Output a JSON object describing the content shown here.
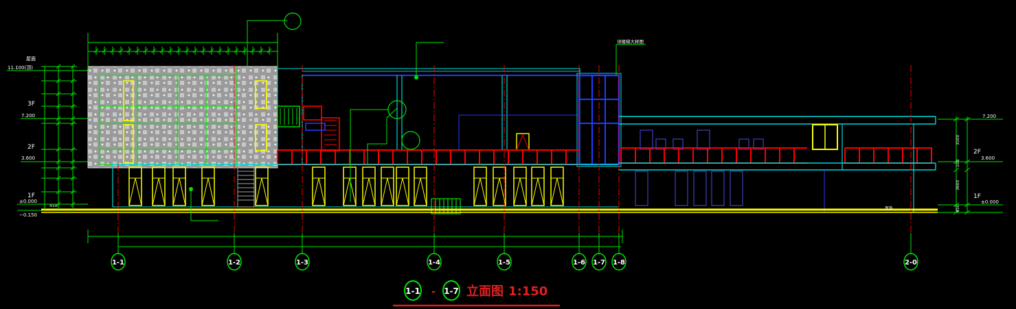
{
  "title": {
    "grid_start": "1-1",
    "dash": "-",
    "grid_end": "1-7",
    "text": "立面图",
    "scale": "1:150"
  },
  "levels_left": {
    "roof_label": "屋面",
    "roof": "11.100(顶)",
    "f3": "3F",
    "f3_elev": "7.200",
    "f2": "2F",
    "f2_elev": "3.600",
    "f1": "1F",
    "f1_elev": "±0.000",
    "ground": "−0.150"
  },
  "levels_right": {
    "top": "7.200",
    "f2": "2F",
    "f2_elev": "3.600",
    "f1": "1F",
    "f1_elev": "±0.000",
    "dim_upper": "3500",
    "dim_mid": "100",
    "dim_lower": "3600",
    "dim_base": "450"
  },
  "dim_left_small": "450",
  "annotation_top": "详楼梯大样图",
  "annotation_ground": "室外",
  "grid_axes": [
    "1-1",
    "1-2",
    "1-3",
    "1-4",
    "1-5",
    "1-6",
    "1-7",
    "1-8",
    "2-0"
  ],
  "colors": {
    "green": "#00e600",
    "yellow": "#ffff00",
    "red": "#ff0000",
    "blue": "#1f3cff",
    "cyan": "#00d8d8",
    "gray": "#a6a6a6",
    "title_red": "#e02020"
  }
}
